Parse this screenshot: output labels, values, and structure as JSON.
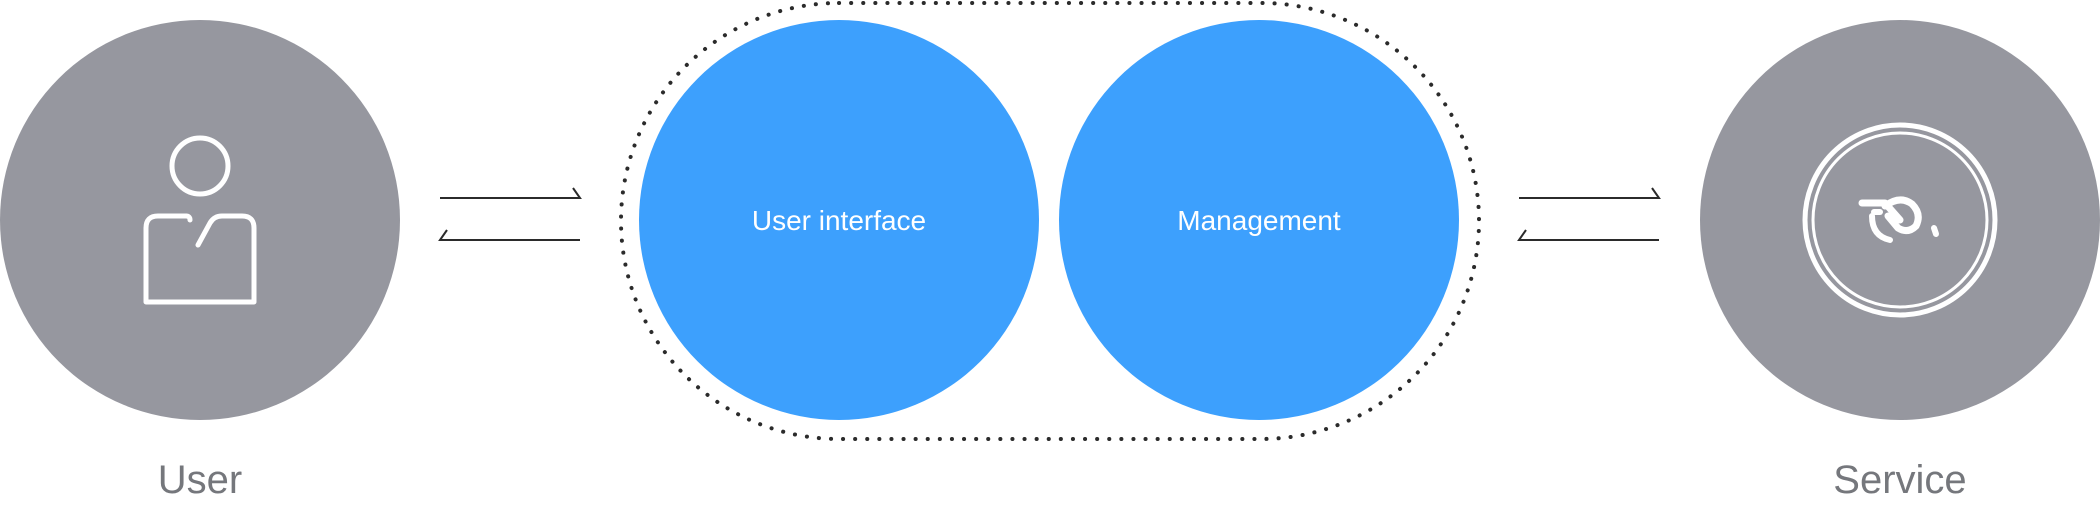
{
  "nodes": {
    "user": {
      "label": "User",
      "icon": "person-icon"
    },
    "user_interface": {
      "label": "User interface"
    },
    "management": {
      "label": "Management"
    },
    "service": {
      "label": "Service",
      "icon": "service-disc-icon"
    }
  },
  "connectors": [
    {
      "from": "user",
      "to": "platform-group",
      "direction": "bidirectional"
    },
    {
      "from": "platform-group",
      "to": "service",
      "direction": "bidirectional"
    }
  ],
  "colors": {
    "endpoint_fill": "#96979f",
    "component_fill": "#3da0fd",
    "outer_label": "#75777c",
    "inner_label": "#ffffff",
    "line": "#2b2b2b",
    "group_border": "#2b2b2b"
  }
}
